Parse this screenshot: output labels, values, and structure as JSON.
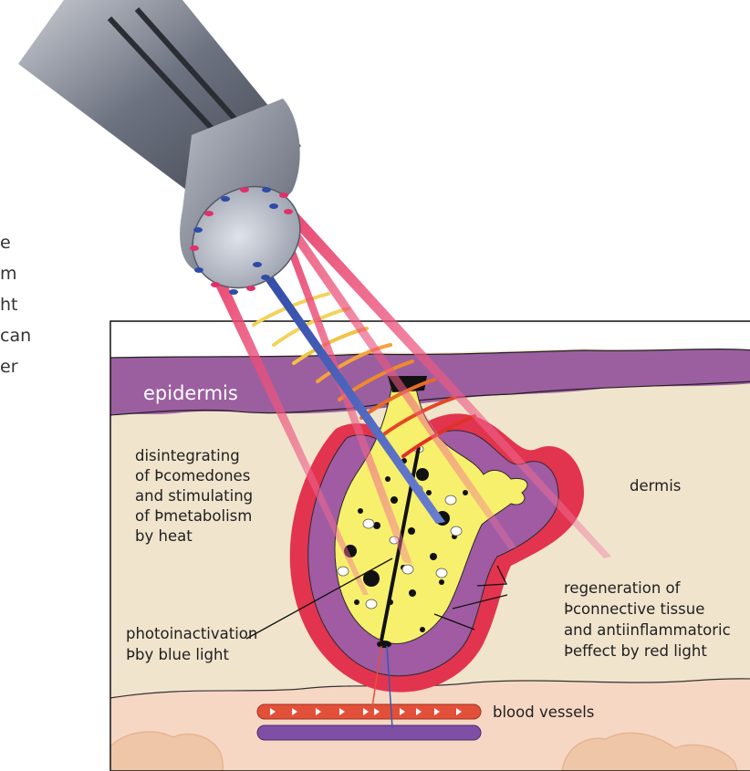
{
  "cut_text_left": [
    "e",
    "m",
    "ht",
    "can",
    "er"
  ],
  "labels": {
    "epidermis": "epidermis",
    "dermis": "dermis",
    "heat": [
      "disintegrating",
      "of Þcomedones",
      "and stimulating",
      "of Þmetabolism",
      "by heat"
    ],
    "blue": [
      "photoinactivation",
      "Þby blue light"
    ],
    "red": [
      "regeneration of",
      "Þconnective tissue",
      "and antiinflammatoric",
      "Þeffect by red light"
    ],
    "blood": "blood vessels"
  },
  "colors": {
    "epidermis": "#9b5fa0",
    "dermis": "#f1e4cd",
    "subcutis": "#f6d7c4",
    "gland_outer": "#e2344f",
    "gland_mid": "#a05ba3",
    "gland_inner": "#f7f06c",
    "red_light": "#e1305f",
    "blue_light": "#3b56b0",
    "device": "#7c818d"
  }
}
